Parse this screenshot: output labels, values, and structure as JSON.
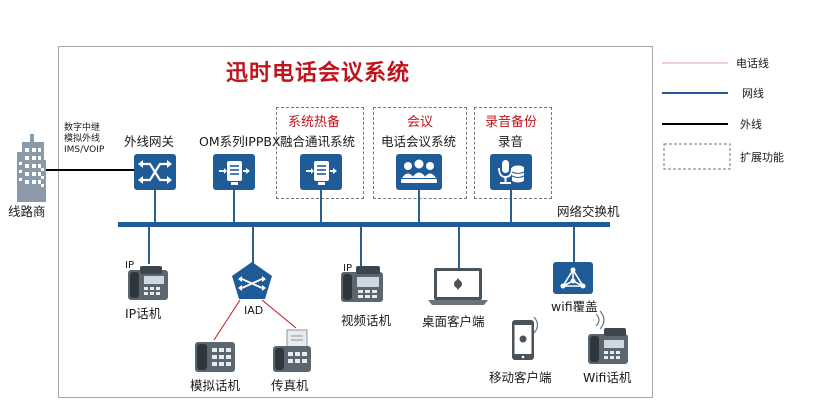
{
  "title": "迅时电话会议系统",
  "carrier": {
    "label": "线路商",
    "trunk_line1": "数字中继",
    "trunk_line2": "模拟外线",
    "trunk_line3": "IMS/VOIP"
  },
  "top_nodes": [
    {
      "label": "外线网关",
      "icon": "gateway-icon"
    },
    {
      "label": "OM系列IPPBX",
      "icon": "ippbx-icon"
    },
    {
      "label": "融合通讯系统",
      "tag": "系统热备",
      "icon": "fusion-comm-icon"
    },
    {
      "label": "电话会议系统",
      "tag": "会议",
      "icon": "conference-icon"
    },
    {
      "label": "录音",
      "tag": "录音备份",
      "icon": "recording-icon"
    }
  ],
  "bus_label": "网络交换机",
  "bottom_nodes": [
    {
      "label": "IP话机",
      "badge": "IP",
      "icon": "ip-phone-icon"
    },
    {
      "label": "IAD",
      "icon": "iad-icon"
    },
    {
      "label": "模拟话机",
      "icon": "analog-phone-icon"
    },
    {
      "label": "传真机",
      "icon": "fax-icon"
    },
    {
      "label": "视频话机",
      "badge": "IP",
      "icon": "video-phone-icon"
    },
    {
      "label": "桌面客户端",
      "icon": "desktop-client-icon"
    },
    {
      "label": "移动客户端",
      "icon": "mobile-client-icon"
    },
    {
      "label": "wifi覆盖",
      "icon": "wifi-ap-icon"
    },
    {
      "label": "Wifi话机",
      "icon": "wifi-phone-icon"
    }
  ],
  "legend": [
    {
      "label": "电话线",
      "color": "#e8a0a0",
      "style": "solid-thin"
    },
    {
      "label": "网线",
      "color": "#1f5b96",
      "style": "solid"
    },
    {
      "label": "外线",
      "color": "#000000",
      "style": "solid"
    },
    {
      "label": "扩展功能",
      "color": "#777777",
      "style": "dashed-box"
    }
  ],
  "colors": {
    "accent": "#1f5b96",
    "title": "#c0141c",
    "phone_line": "#c0141c"
  }
}
